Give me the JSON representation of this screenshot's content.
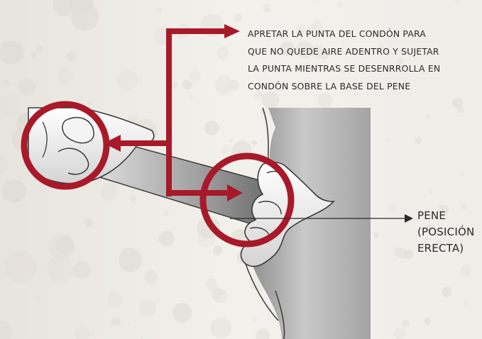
{
  "colors": {
    "accent_red": "#a8192a",
    "background": "#f1efea",
    "bubble": "#e4e2dc",
    "penis_gray": "#b9b9b9",
    "outline": "#3a3a3a"
  },
  "instruction": {
    "lines": [
      "APRETAR LA PUNTA DEL CONDÓN PARA",
      "QUE NO QUEDE AIRE ADENTRO Y SUJETAR",
      "LA PUNTA MIENTRAS SE DESENRROLLA EN",
      "CONDÓN SOBRE LA BASE DEL PENE"
    ]
  },
  "pene_label": {
    "lines": [
      "PENE",
      "(POSICIÓN",
      "ERECTA)"
    ]
  }
}
